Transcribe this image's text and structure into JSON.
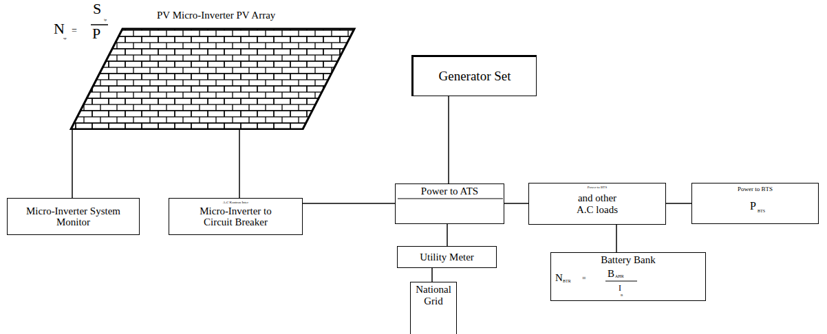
{
  "diagram": {
    "nodes": [
      {
        "text": [
          "PV Micro-Inverter PV Array"
        ]
      },
      {
        "text": [
          "Micro-Inverter System Monitor"
        ]
      },
      {
        "text": [
          "A.C Kontron Inter",
          "Micro-Inverter to Circuit Breaker"
        ]
      },
      {
        "text": [
          "Generator Set"
        ]
      },
      {
        "text": [
          "Power to ATS"
        ]
      },
      {
        "text": [
          "Power to BTS",
          "and other A.C loads"
        ]
      },
      {
        "text": [
          "Power to BTS",
          "P",
          "BTS"
        ]
      },
      {
        "text": [
          "Utility Meter"
        ]
      },
      {
        "text": [
          "National Grid"
        ]
      },
      {
        "text": [
          "Battery Bank",
          "N",
          "BTR",
          "=",
          "B",
          "AHR",
          "I",
          "B"
        ]
      }
    ],
    "edges": [
      {
        "from": 0,
        "to": 1,
        "arrow": "none"
      },
      {
        "from": 0,
        "to": 2,
        "arrow": "none"
      },
      {
        "from": 2,
        "to": 4,
        "arrow": "none"
      },
      {
        "from": 3,
        "to": 4,
        "arrow": "none"
      },
      {
        "from": 4,
        "to": 5,
        "arrow": "none"
      },
      {
        "from": 4,
        "to": 7,
        "arrow": "none"
      },
      {
        "from": 7,
        "to": 8,
        "arrow": "none"
      },
      {
        "from": 5,
        "to": 6,
        "arrow": "none"
      },
      {
        "from": 5,
        "to": 9,
        "arrow": "none"
      }
    ],
    "labels": [
      "N",
      "sp",
      "=",
      "S",
      "ip",
      "P"
    ]
  }
}
